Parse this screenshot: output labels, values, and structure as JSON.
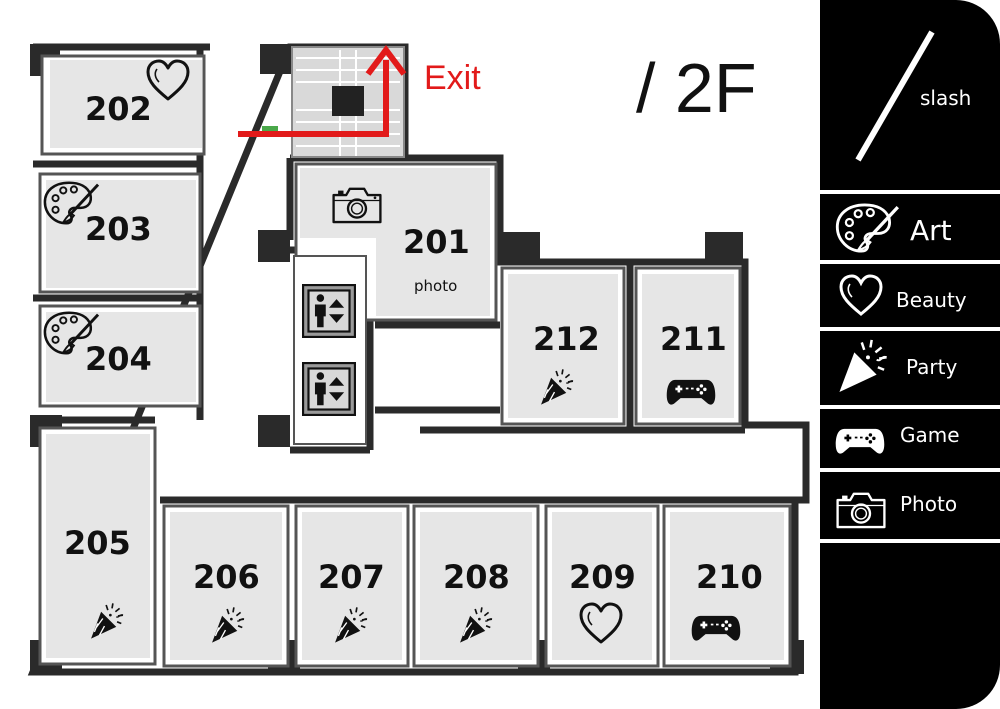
{
  "floor": {
    "label": "/ 2F"
  },
  "exit": {
    "label": "Exit"
  },
  "rooms": {
    "r201": {
      "number": "201",
      "sub": "photo"
    },
    "r202": {
      "number": "202"
    },
    "r203": {
      "number": "203"
    },
    "r204": {
      "number": "204"
    },
    "r205": {
      "number": "205"
    },
    "r206": {
      "number": "206"
    },
    "r207": {
      "number": "207"
    },
    "r208": {
      "number": "208"
    },
    "r209": {
      "number": "209"
    },
    "r210": {
      "number": "210"
    },
    "r211": {
      "number": "211"
    },
    "r212": {
      "number": "212"
    }
  },
  "legend": {
    "brand": "slash",
    "items": [
      {
        "label": "Art",
        "icon": "palette-icon"
      },
      {
        "label": "Beauty",
        "icon": "heart-icon"
      },
      {
        "label": "Party",
        "icon": "party-popper-icon"
      },
      {
        "label": "Game",
        "icon": "gamepad-icon"
      },
      {
        "label": "Photo",
        "icon": "camera-icon"
      }
    ]
  },
  "colors": {
    "wall": "#222222",
    "room_fill": "#e6e6e6",
    "exit": "#e21a1a",
    "panel": "#000000"
  }
}
